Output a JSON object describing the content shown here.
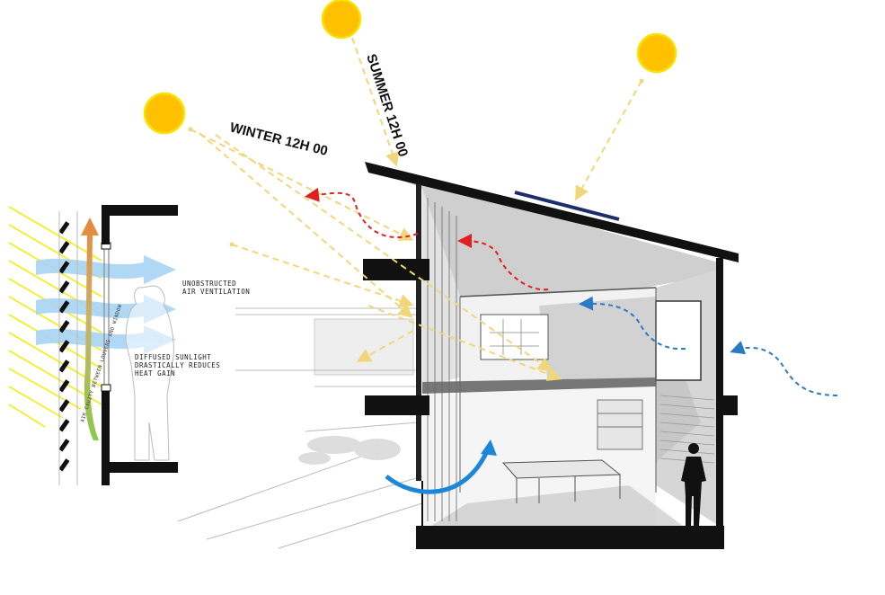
{
  "labels": {
    "summer": "SUMMER 12H 00",
    "winter": "WINTER 12H 00",
    "unobstructed_line1": "UNOBSTRUCTED",
    "unobstructed_line2": "AIR VENTILATION",
    "diffused_line1": "DIFFUSED SUNLIGHT",
    "diffused_line2": "DRASTICALLY REDUCES",
    "diffused_line3": "HEAT GAIN",
    "cavity": "AIR CAVITY BETWEEN LOUVERS AND WINDOW"
  },
  "colors": {
    "sun_fill": "#FFC000",
    "sun_ring": "#F5E400",
    "sun_ray": "#F0D77A",
    "hot_air": "#E02020",
    "cool_air": "#2A7BC4",
    "fresh_air": "#1C86D9",
    "ventilation": "#A8D4F5",
    "cavity_up": "#E8873A",
    "cavity_low": "#8CC84B",
    "panel": "#1B2E6B",
    "structure": "#111111"
  },
  "icons": {
    "sun": "sun-icon",
    "person": "person-icon"
  }
}
